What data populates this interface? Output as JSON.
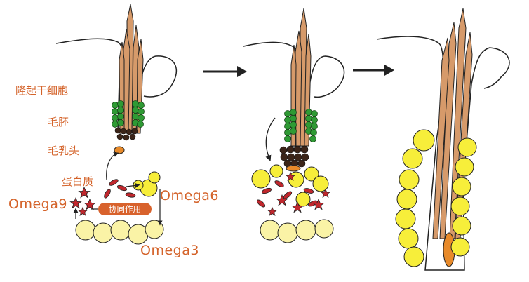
{
  "labels": {
    "bulge_stem_cells": "隆起干细胞",
    "hair_germ": "毛胚",
    "dermal_papilla": "毛乳头",
    "protein": "蛋白质",
    "omega9": "Omega9",
    "omega6": "Omega6",
    "omega3": "Omega3",
    "synergy": "协同作用"
  },
  "colors": {
    "label_orange": "#d4632a",
    "hair_shaft": "#d69a6a",
    "stem_cell_green": "#2f9a34",
    "fat_yellow": "#f7ee3a",
    "fat_pale": "#faf3a6",
    "protein_red": "#c0272d",
    "outline": "#222222",
    "papilla_orange": "#e88a2a"
  },
  "icons": {
    "arrow_1": "right-arrow-icon",
    "arrow_2": "right-arrow-icon"
  }
}
